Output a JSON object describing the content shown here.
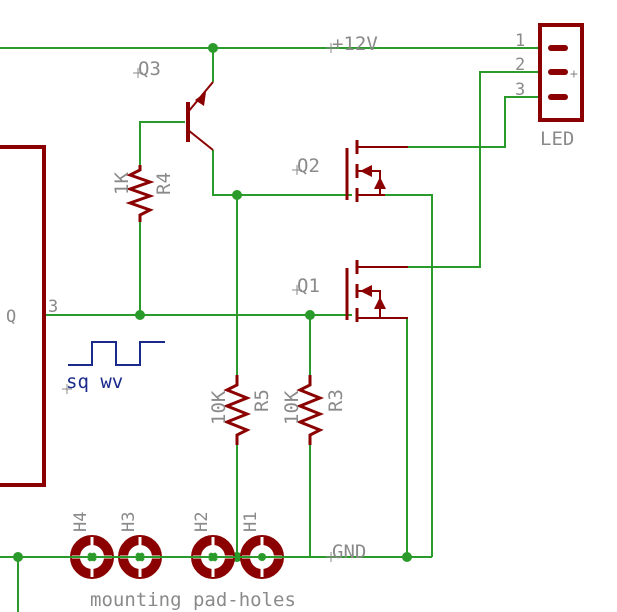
{
  "colors": {
    "wire": "#2a9a2a",
    "part": "#8b0000",
    "label": "#8a8a8a",
    "note": "#1a2a8a",
    "bg": "#ffffff"
  },
  "nets": {
    "supply": "+12V",
    "ground": "GND"
  },
  "parts": {
    "q3": {
      "name": "Q3"
    },
    "q2": {
      "name": "Q2"
    },
    "q1": {
      "name": "Q1"
    },
    "r4": {
      "name": "R4",
      "value": "1K"
    },
    "r5": {
      "name": "R5",
      "value": "10K"
    },
    "r3": {
      "name": "R3",
      "value": "10K"
    },
    "ic": {
      "name": "Q",
      "pin": "3"
    },
    "led": {
      "name": "LED",
      "pins": [
        "1",
        "2",
        "3"
      ],
      "plus": "+"
    },
    "holes": [
      "H4",
      "H3",
      "H2",
      "H1"
    ]
  },
  "notes": {
    "signal": "sq wv",
    "holes": "mounting pad-holes"
  }
}
